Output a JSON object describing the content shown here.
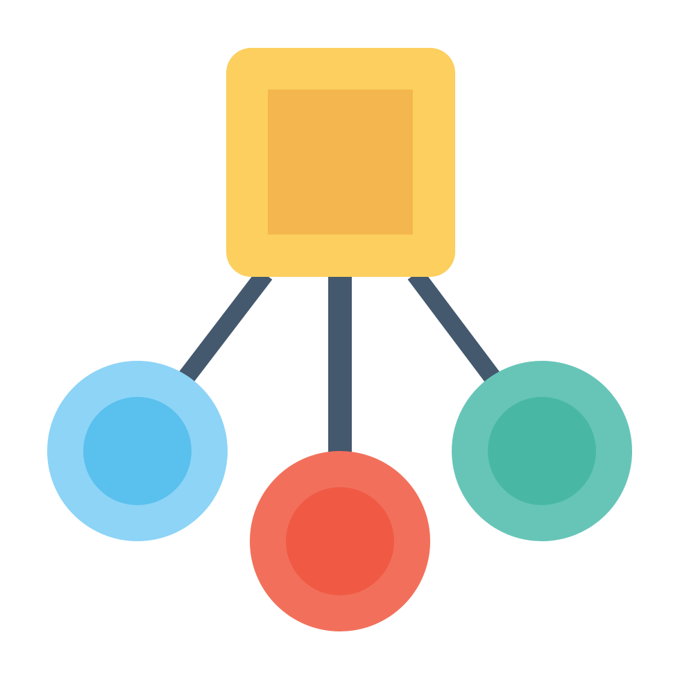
{
  "icon": {
    "name": "hierarchy-network-icon",
    "colors": {
      "background": "#ffffff",
      "connector": "#44596e",
      "root_outer": "#fccf5e",
      "root_inner": "#f4b64e",
      "left_outer": "#8dd4f7",
      "left_inner": "#5ac0ed",
      "center_outer": "#f2705b",
      "center_inner": "#f05a44",
      "right_outer": "#67c5b8",
      "right_inner": "#48b8a4"
    },
    "nodes": [
      {
        "role": "parent",
        "shape": "rounded-square",
        "icon": "root-node-icon"
      },
      {
        "role": "child",
        "shape": "circle",
        "icon": "left-child-node-icon"
      },
      {
        "role": "child",
        "shape": "circle",
        "icon": "center-child-node-icon"
      },
      {
        "role": "child",
        "shape": "circle",
        "icon": "right-child-node-icon"
      }
    ]
  }
}
